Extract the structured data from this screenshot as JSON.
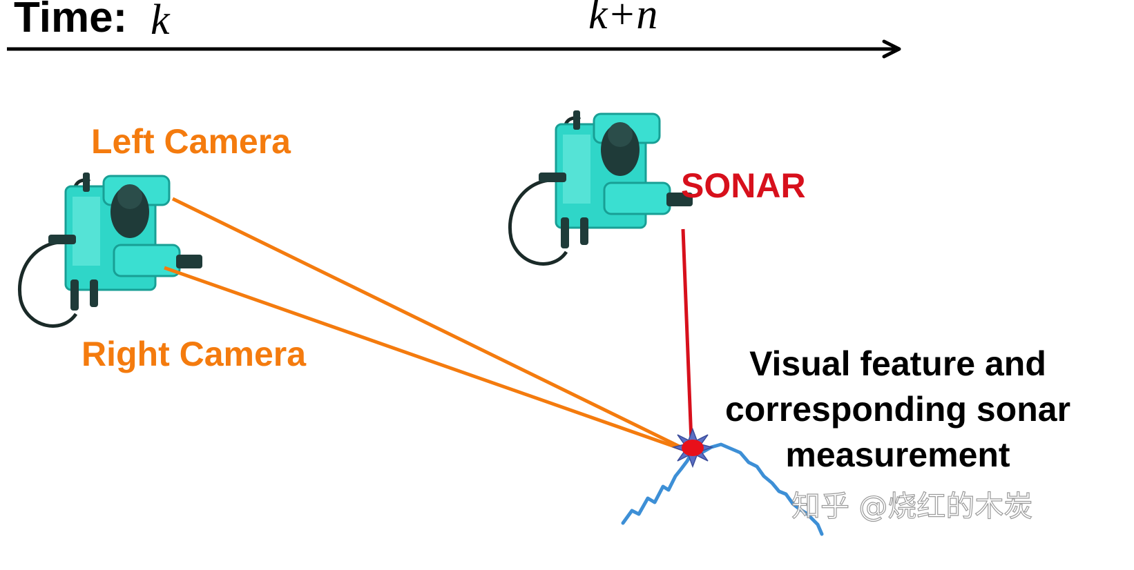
{
  "timeline": {
    "label": "Time:",
    "start": "k",
    "end": "k+n"
  },
  "labels": {
    "left_camera": "Left Camera",
    "right_camera": "Right Camera",
    "sonar": "SONAR",
    "feature_lines": [
      "Visual feature and",
      "corresponding sonar",
      "measurement"
    ]
  },
  "watermark": "知乎 @烧红的木炭",
  "colors": {
    "camera_rays": "#f47b0e",
    "sonar_ray": "#d7101c",
    "feature_point": "#e8101a",
    "feature_star": "#5b6fc4",
    "terrain": "#3d8fd6",
    "vehicle_body": "#2fd6c8",
    "timeline": "#000000"
  },
  "icons": {
    "vehicle": "underwater-vehicle-icon",
    "feature": "feature-point-icon"
  }
}
